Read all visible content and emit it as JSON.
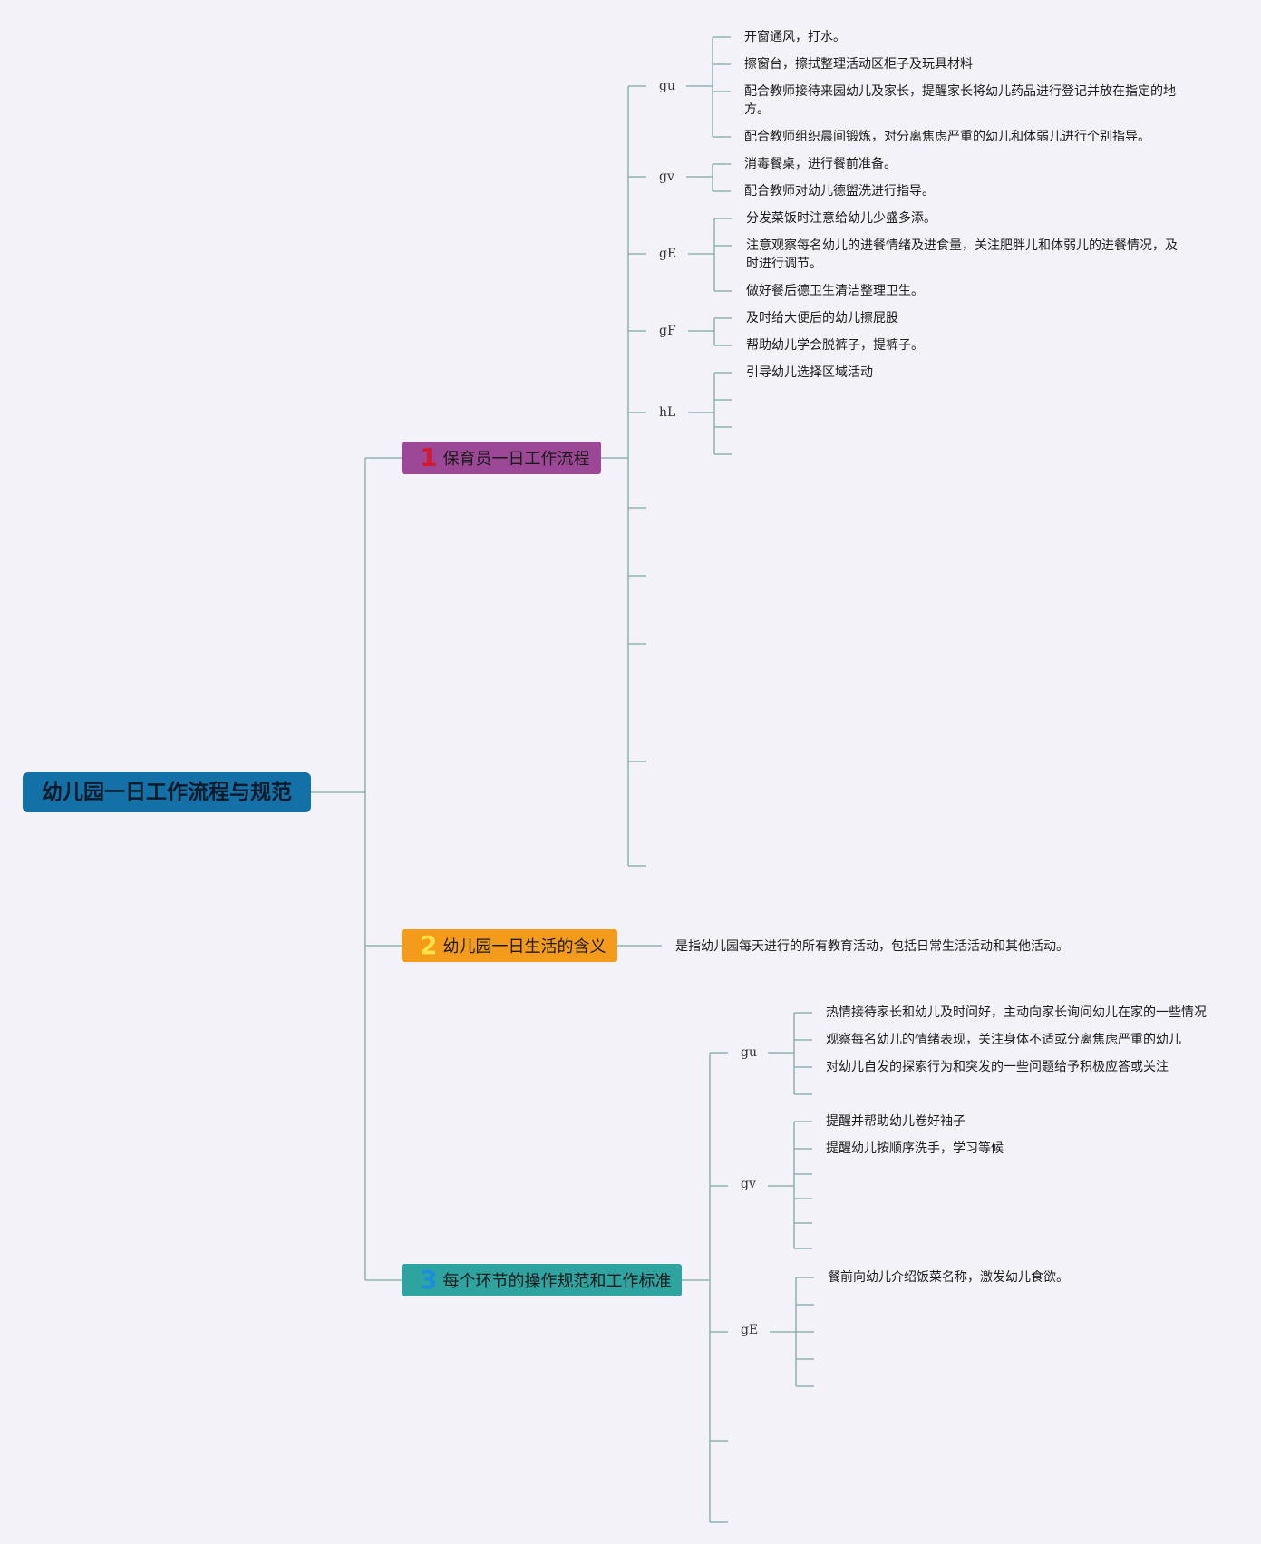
{
  "root": {
    "title": "幼儿园一日工作流程与规范"
  },
  "branches": [
    {
      "num": "1",
      "title": "保育员一日工作流程"
    },
    {
      "num": "2",
      "title": "幼儿园一日生活的含义"
    },
    {
      "num": "3",
      "title": "每个环节的操作规范和工作标准"
    }
  ],
  "b1": {
    "subs": [
      "gu",
      "gv",
      "gE",
      "gF",
      "hL"
    ],
    "leaves": {
      "gu": [
        "开窗通风，打水。",
        "擦窗台，擦拭整理活动区柜子及玩具材料",
        "配合教师接待来园幼儿及家长，提醒家长将幼儿药品进行登记并放在指定的地方。",
        "配合教师组织晨间锻炼，对分离焦虑严重的幼儿和体弱儿进行个别指导。"
      ],
      "gv": [
        "消毒餐桌，进行餐前准备。",
        "配合教师对幼儿德盥洗进行指导。"
      ],
      "gE": [
        "分发菜饭时注意给幼儿少盛多添。",
        "注意观察每名幼儿的进餐情绪及进食量，关注肥胖儿和体弱儿的进餐情况，及时进行调节。",
        "做好餐后德卫生清洁整理卫生。"
      ],
      "gF": [
        "及时给大便后的幼儿擦屁股",
        "帮助幼儿学会脱裤子，提裤子。"
      ],
      "hL": [
        "引导幼儿选择区域活动"
      ]
    }
  },
  "b2": {
    "leaf": "是指幼儿园每天进行的所有教育活动，包括日常生活活动和其他活动。"
  },
  "b3": {
    "subs": [
      "gu",
      "gv",
      "gE"
    ],
    "leaves": {
      "gu": [
        "热情接待家长和幼儿及时问好，主动向家长询问幼儿在家的一些情况",
        "观察每名幼儿的情绪表现，关注身体不适或分离焦虑严重的幼儿",
        "对幼儿自发的探索行为和突发的一些问题给予积极应答或关注"
      ],
      "gv": [
        "提醒并帮助幼儿卷好袖子",
        "提醒幼儿按顺序洗手，学习等候"
      ],
      "gE": [
        "餐前向幼儿介绍饭菜名称，激发幼儿食欲。"
      ]
    }
  },
  "colors": {
    "line": "#7fa9a6",
    "root": "#1471a8",
    "branch1": "#9c4897",
    "branch2": "#f49b1b",
    "branch3": "#2fa3a0"
  }
}
